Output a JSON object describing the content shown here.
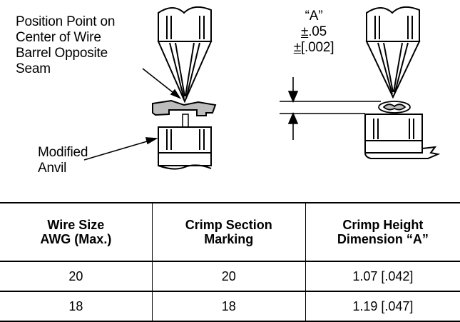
{
  "figure": {
    "position_label_lines": [
      "Position Point on",
      "Center of Wire",
      "Barrel Opposite",
      "Seam"
    ],
    "anvil_label_lines": [
      "Modified",
      "Anvil"
    ],
    "dimension_label": {
      "name": "“A”",
      "tolerance_1_sign": "±",
      "tolerance_1_value": ".05",
      "tolerance_2_sign": "±",
      "tolerance_2_value": "[.002]"
    }
  },
  "table": {
    "headers": [
      [
        "Wire Size",
        "AWG (Max.)"
      ],
      [
        "Crimp Section",
        "Marking"
      ],
      [
        "Crimp Height",
        "Dimension “A”"
      ]
    ],
    "rows": [
      [
        "20",
        "20",
        "1.07 [.042]"
      ],
      [
        "18",
        "18",
        "1.19 [.047]"
      ]
    ]
  }
}
